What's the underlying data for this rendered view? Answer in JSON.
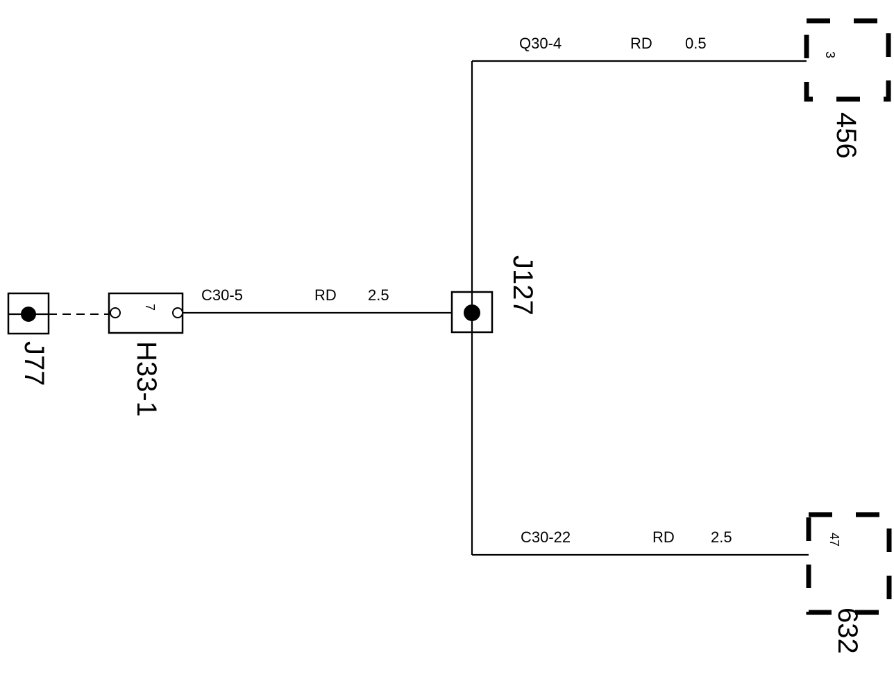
{
  "diagram": {
    "connectors": {
      "j77": "J77",
      "h33": "H33-1",
      "h33_pin": "7",
      "j127": "J127",
      "c456": "456",
      "c456_pin": "3",
      "c632": "632",
      "c632_pin": "47"
    },
    "wires": {
      "top": {
        "circuit": "Q30-4",
        "color": "RD",
        "size": "0.5"
      },
      "middle": {
        "circuit": "C30-5",
        "color": "RD",
        "size": "2.5"
      },
      "bottom": {
        "circuit": "C30-22",
        "color": "RD",
        "size": "2.5"
      }
    }
  }
}
